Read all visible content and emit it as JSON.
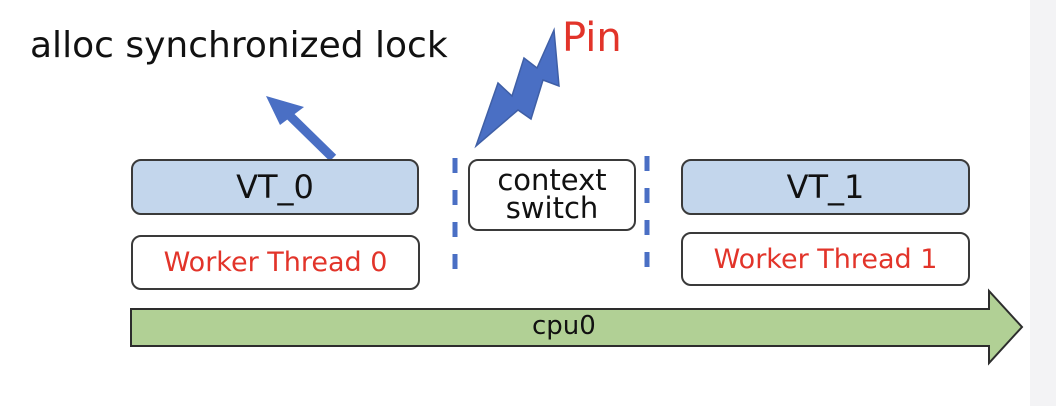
{
  "title": "alloc synchronized lock",
  "pin_label": "Pin",
  "virtual_threads": {
    "vt0": "VT_0",
    "vt1": "VT_1"
  },
  "context_switch": {
    "line1": "context",
    "line2": "switch"
  },
  "worker_threads": {
    "worker0": "Worker Thread 0",
    "worker1": "Worker Thread 1"
  },
  "timeline": {
    "label": "cpu0"
  },
  "colors": {
    "vt_fill": "#c3d6ec",
    "timeline_fill": "#b1d095",
    "accent_blue": "#4a6fc4",
    "pin_red": "#e2342a",
    "worker_text_red": "#e2342a"
  }
}
